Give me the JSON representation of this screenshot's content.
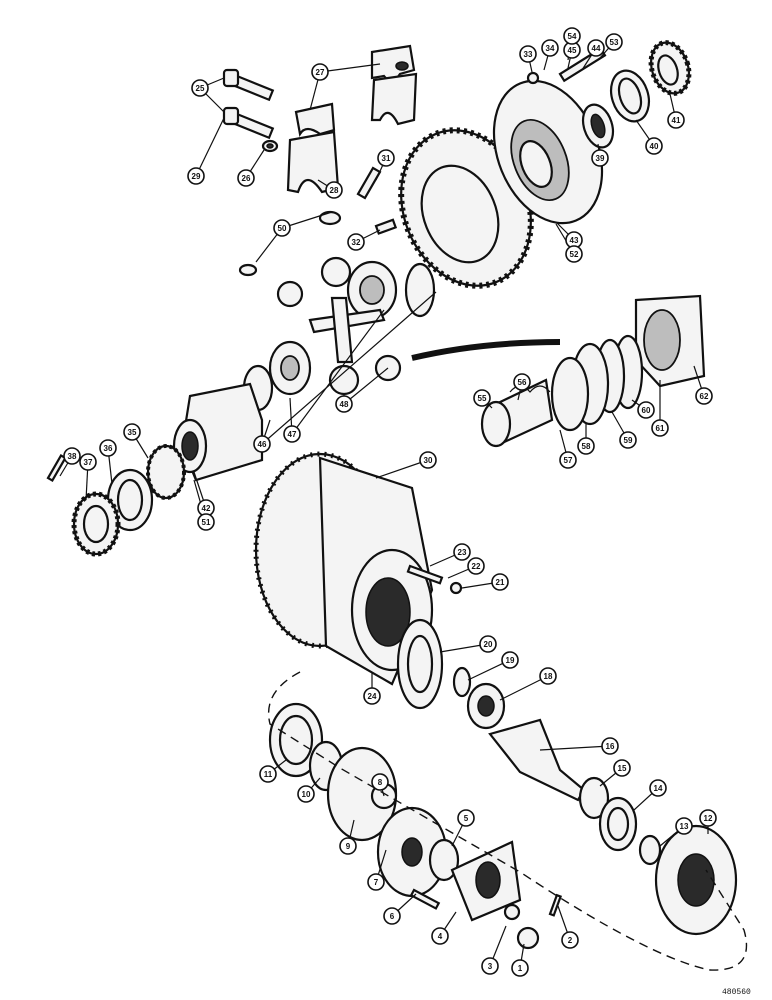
{
  "figure_id": "480560",
  "callouts": [
    "1",
    "2",
    "3",
    "4",
    "5",
    "6",
    "7",
    "8",
    "9",
    "10",
    "11",
    "12",
    "13",
    "14",
    "15",
    "16",
    "18",
    "19",
    "20",
    "21",
    "22",
    "23",
    "24",
    "25",
    "26",
    "27",
    "28",
    "29",
    "30",
    "31",
    "32",
    "33",
    "34",
    "35",
    "36",
    "37",
    "38",
    "39",
    "40",
    "41",
    "42",
    "43",
    "44",
    "45",
    "46",
    "47",
    "48",
    "50",
    "51",
    "52",
    "53",
    "54",
    "55",
    "56",
    "57",
    "58",
    "59",
    "60",
    "61",
    "62"
  ]
}
